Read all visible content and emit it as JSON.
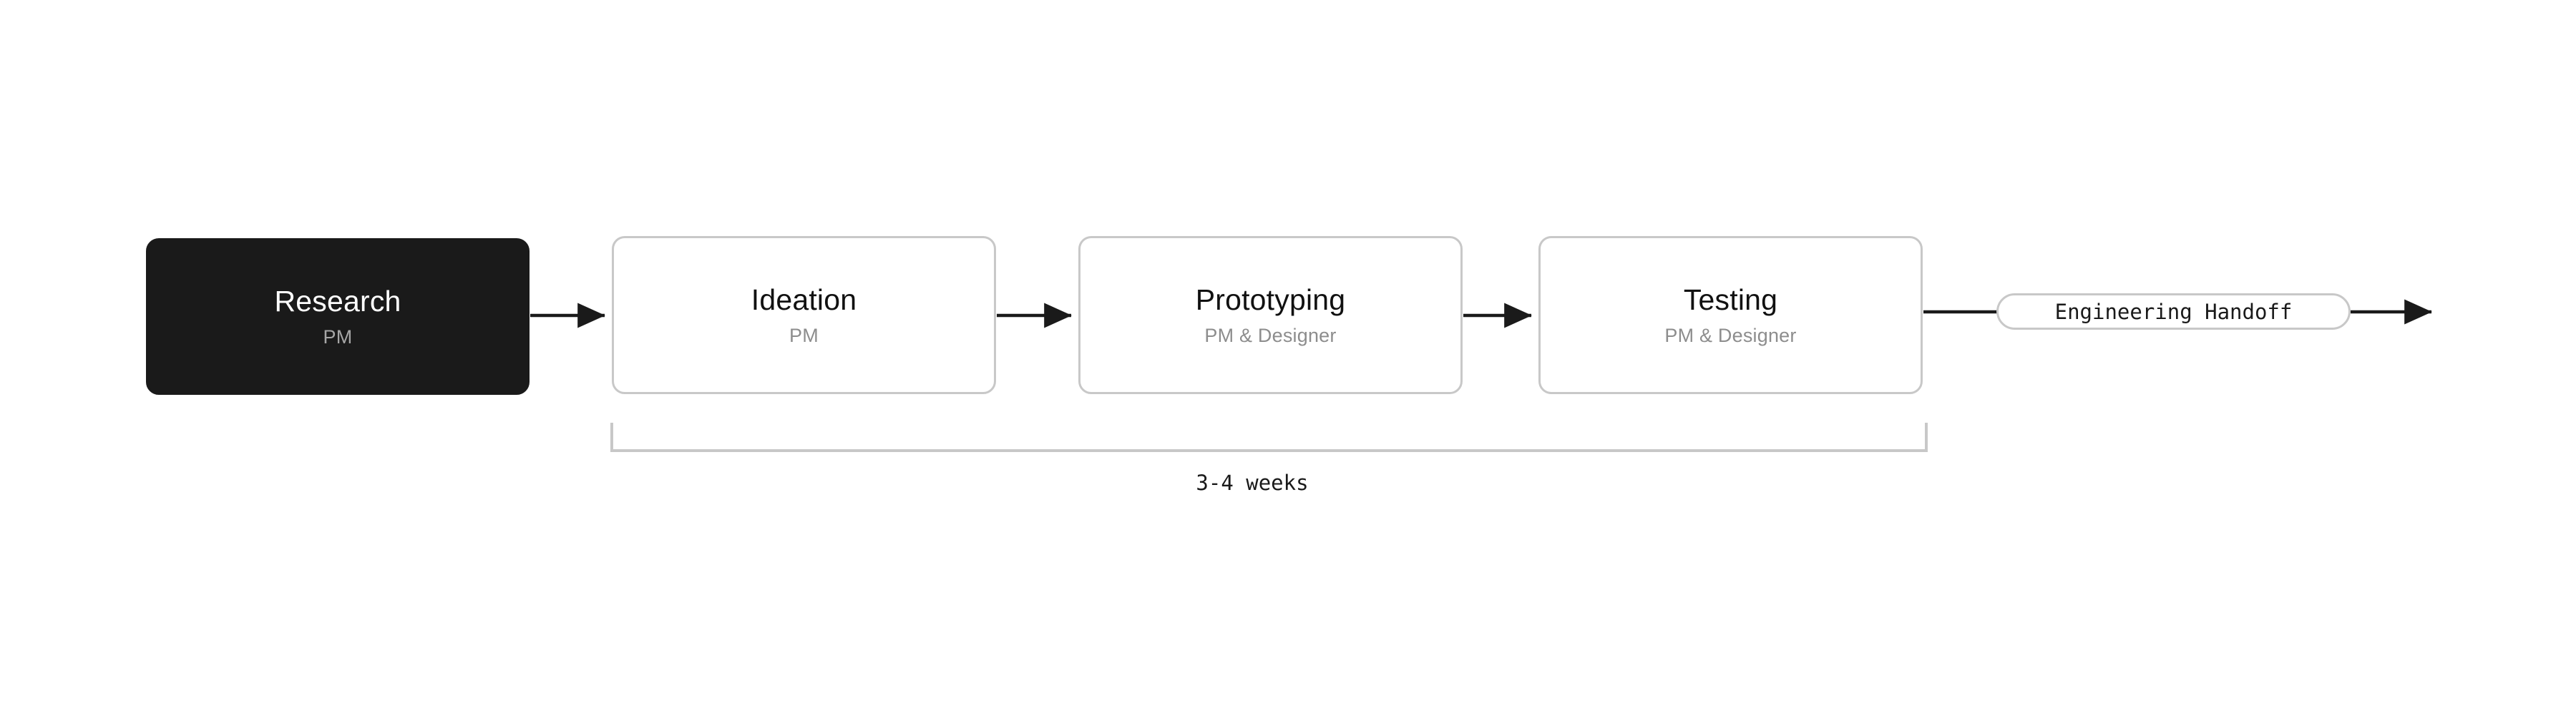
{
  "diagram": {
    "type": "process-flow",
    "orientation": "left-to-right",
    "background_color": "#ffffff",
    "nodes": [
      {
        "id": "research",
        "title": "Research",
        "subtitle": "PM",
        "style": "filled-dark",
        "fill_color": "#1a1a1a",
        "title_color": "#ffffff",
        "subtitle_color": "#a6a6a6"
      },
      {
        "id": "ideation",
        "title": "Ideation",
        "subtitle": "PM",
        "style": "outlined",
        "fill_color": "#ffffff",
        "border_color": "#c8c8c8",
        "title_color": "#111111",
        "subtitle_color": "#8d8d8d"
      },
      {
        "id": "prototyping",
        "title": "Prototyping",
        "subtitle": "PM & Designer",
        "style": "outlined",
        "fill_color": "#ffffff",
        "border_color": "#c8c8c8",
        "title_color": "#111111",
        "subtitle_color": "#8d8d8d"
      },
      {
        "id": "testing",
        "title": "Testing",
        "subtitle": "PM & Designer",
        "style": "outlined",
        "fill_color": "#ffffff",
        "border_color": "#c8c8c8",
        "title_color": "#111111",
        "subtitle_color": "#8d8d8d"
      }
    ],
    "pill": {
      "id": "engineering-handoff",
      "label": "Engineering Handoff",
      "style": "outlined-rounded",
      "border_color": "#c8c8c8",
      "text_color": "#1a1a1a"
    },
    "edges": [
      {
        "from": "research",
        "to": "ideation",
        "arrow": "solid"
      },
      {
        "from": "ideation",
        "to": "prototyping",
        "arrow": "solid"
      },
      {
        "from": "prototyping",
        "to": "testing",
        "arrow": "solid"
      },
      {
        "from": "testing",
        "to": "engineering-handoff",
        "arrow": "none"
      },
      {
        "from": "engineering-handoff",
        "to": "outflow",
        "arrow": "solid"
      }
    ],
    "annotation": {
      "id": "duration-bracket",
      "label": "3-4 weeks",
      "spans": [
        "ideation",
        "prototyping",
        "testing"
      ],
      "bracket_color": "#c8c8c8",
      "text_color": "#1a1a1a"
    }
  }
}
